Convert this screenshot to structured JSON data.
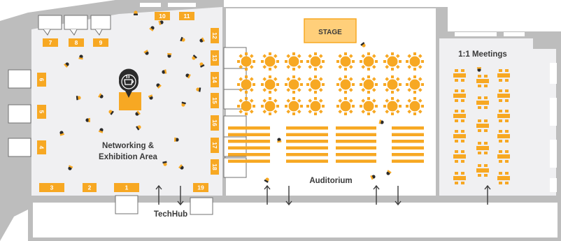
{
  "colors": {
    "wall": "#bdbdbd",
    "floor": "#f0f0f2",
    "booth": "#f7a823",
    "booth_light": "#ffcf7a",
    "text_dark": "#3a3a3a",
    "outline": "#707070",
    "pin": "#2b2b2b"
  },
  "rooms": {
    "networking": {
      "name_line1": "Networking &",
      "name_line2": "Exhibition Area",
      "icon": "coffee-icon"
    },
    "auditorium": {
      "name": "Auditorium",
      "stage_label": "STAGE"
    },
    "meetings": {
      "name": "1:1 Meetings"
    },
    "techhub": {
      "name": "TechHub"
    }
  },
  "booths": {
    "top": [
      "7",
      "8",
      "9"
    ],
    "top_right": [
      "10",
      "11"
    ],
    "left": [
      "6",
      "5",
      "4"
    ],
    "bottom": [
      "3",
      "2",
      "1",
      "19"
    ],
    "right_column": [
      "12",
      "13",
      "14",
      "15",
      "16",
      "17",
      "18"
    ]
  },
  "arrows": {
    "networking": [
      "up",
      "down"
    ],
    "auditorium_left": [
      "up",
      "down"
    ],
    "auditorium_right": [
      "up",
      "down"
    ],
    "meetings": [
      "up"
    ]
  }
}
